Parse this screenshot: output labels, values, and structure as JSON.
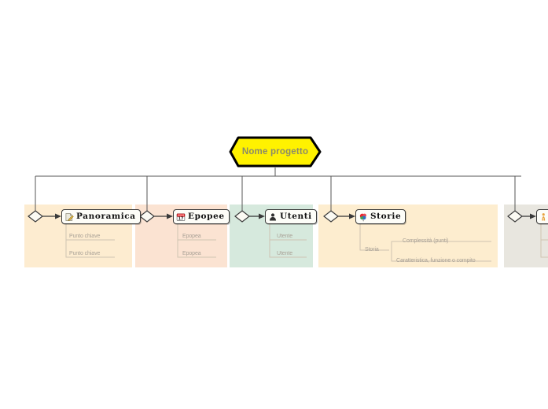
{
  "diagram": {
    "type": "mind-map",
    "title_node": {
      "label": "Nome progetto",
      "shape": "hexagon",
      "fill": "#FFF200",
      "stroke": "#000000",
      "text_color": "#8a8a6a"
    },
    "canvas_background": "#ffffff",
    "connector_color": "#555555",
    "branches": [
      {
        "id": "panoramica",
        "label": "Panoramica",
        "icon": "note-pencil-icon",
        "lane_color": "#fdecd0",
        "children": [
          {
            "label": "Punto chiave"
          },
          {
            "label": "Punto chiave"
          }
        ]
      },
      {
        "id": "epopee",
        "label": "Epopee",
        "icon": "calendar-icon",
        "icon_day": "17",
        "lane_color": "#fbe3d2",
        "children": [
          {
            "label": "Epopea"
          },
          {
            "label": "Epopea"
          }
        ]
      },
      {
        "id": "utenti",
        "label": "Utenti",
        "icon": "user-icon",
        "lane_color": "#d6e9dd",
        "children": [
          {
            "label": "Utente"
          },
          {
            "label": "Utente"
          }
        ]
      },
      {
        "id": "storie",
        "label": "Storie",
        "icon": "balloon-icon",
        "lane_color": "#fdedcf",
        "children": [
          {
            "label": "Storia",
            "children": [
              {
                "label": "Complessità (punti)"
              },
              {
                "label": "Caratteristica, funzione o compito"
              }
            ]
          }
        ]
      },
      {
        "id": "partial-right",
        "label": "",
        "icon": "person-icon",
        "lane_color": "#e8e6df",
        "children": []
      }
    ]
  }
}
